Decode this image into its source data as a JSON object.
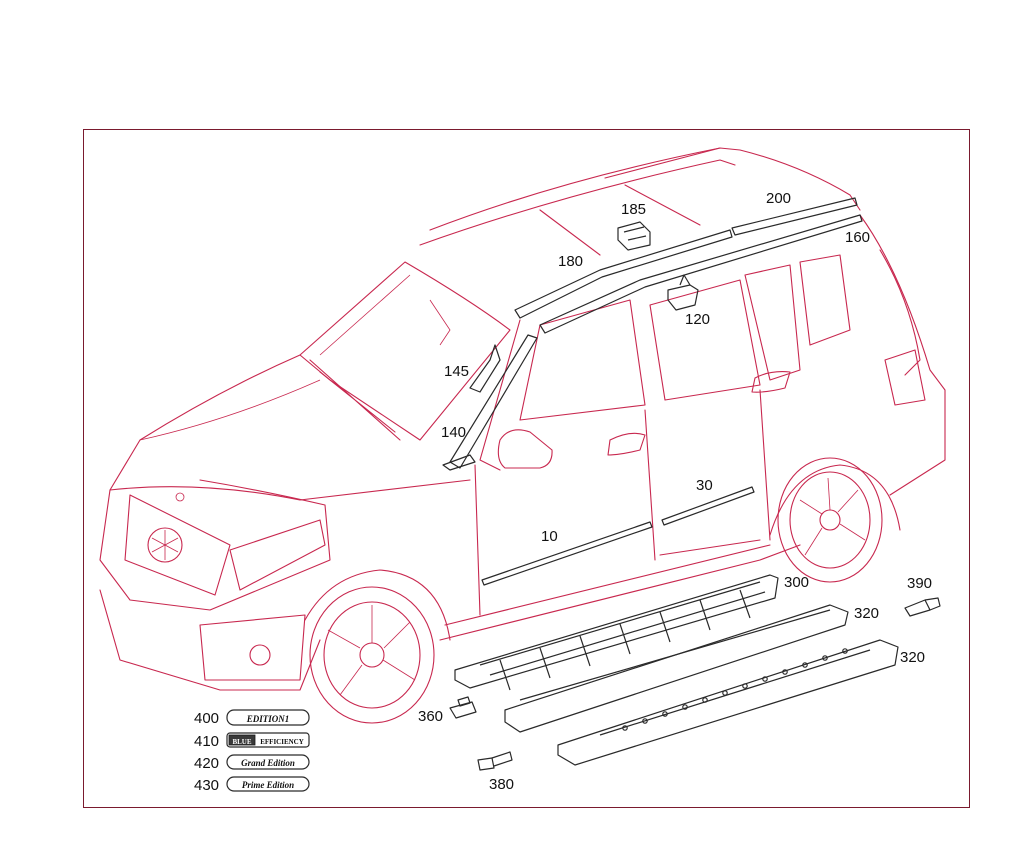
{
  "callouts": {
    "c10": "10",
    "c30": "30",
    "c120": "120",
    "c140": "140",
    "c145": "145",
    "c160": "160",
    "c180": "180",
    "c185": "185",
    "c200": "200",
    "c300": "300",
    "c320a": "320",
    "c320b": "320",
    "c360": "360",
    "c380": "380",
    "c390": "390",
    "c400": "400",
    "c410": "410",
    "c420": "420",
    "c430": "430"
  },
  "badges": {
    "b400": "EDITION1",
    "b410_left": "BLUE",
    "b410_right": "EFFICIENCY",
    "b420": "Grand Edition",
    "b430": "Prime Edition"
  },
  "colors": {
    "outline": "#c8284f",
    "parts": "#2a2a2a",
    "frame": "#7a1a2e"
  }
}
